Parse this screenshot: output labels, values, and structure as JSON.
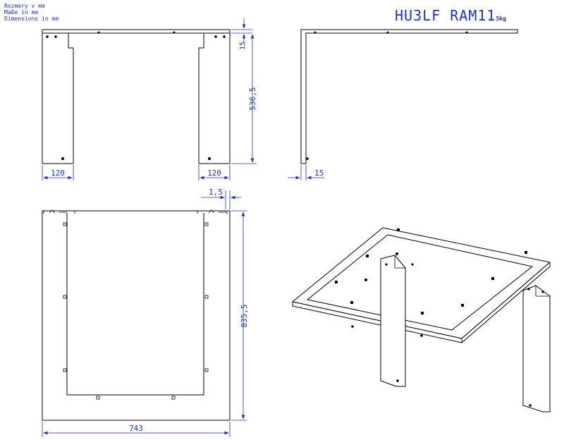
{
  "notes": [
    "Rozmery v mm",
    "Maße in mm",
    "Dimensions in mm"
  ],
  "title": {
    "code": "HU3LF RAM11",
    "weight": "5kg"
  },
  "colors": {
    "dimension": "#1a2fd6",
    "outline": "#000000"
  },
  "dimensions": {
    "front_flange": "15",
    "front_height": "536,5",
    "front_leg_left_width": "120",
    "front_leg_right_width": "120",
    "side_thickness": "15",
    "top_plate_thickness": "1,5",
    "top_depth": "835,5",
    "top_width": "743"
  }
}
